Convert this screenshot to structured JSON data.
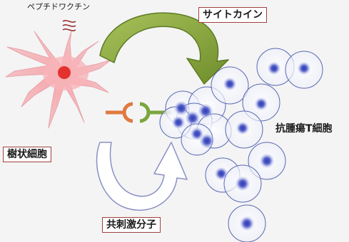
{
  "labels": {
    "peptide_vaccine": "ペプチドワクチン",
    "cytokine": "サイトカイン",
    "dendritic_cell": "樹状細胞",
    "antitumor_t_cell": "抗腫瘍T細胞",
    "costimulatory_molecule": "共刺激分子"
  },
  "colors": {
    "dendritic_cell_body": "#f2b8bd",
    "nucleus": "#e0231f",
    "cytokine_arrow": "#7a9a32",
    "receptor_orange": "#e07a3e",
    "receptor_green": "#7aa63c",
    "t_cell_outline": "#5a69b0",
    "t_cell_nucleus": "#4d59c0",
    "label_border": "#a14040"
  },
  "icons": {
    "peptide": "squiggle-icon",
    "dendritic_cell": "neuron-shaped-cell",
    "receptor": "ligand-receptor-pair"
  }
}
